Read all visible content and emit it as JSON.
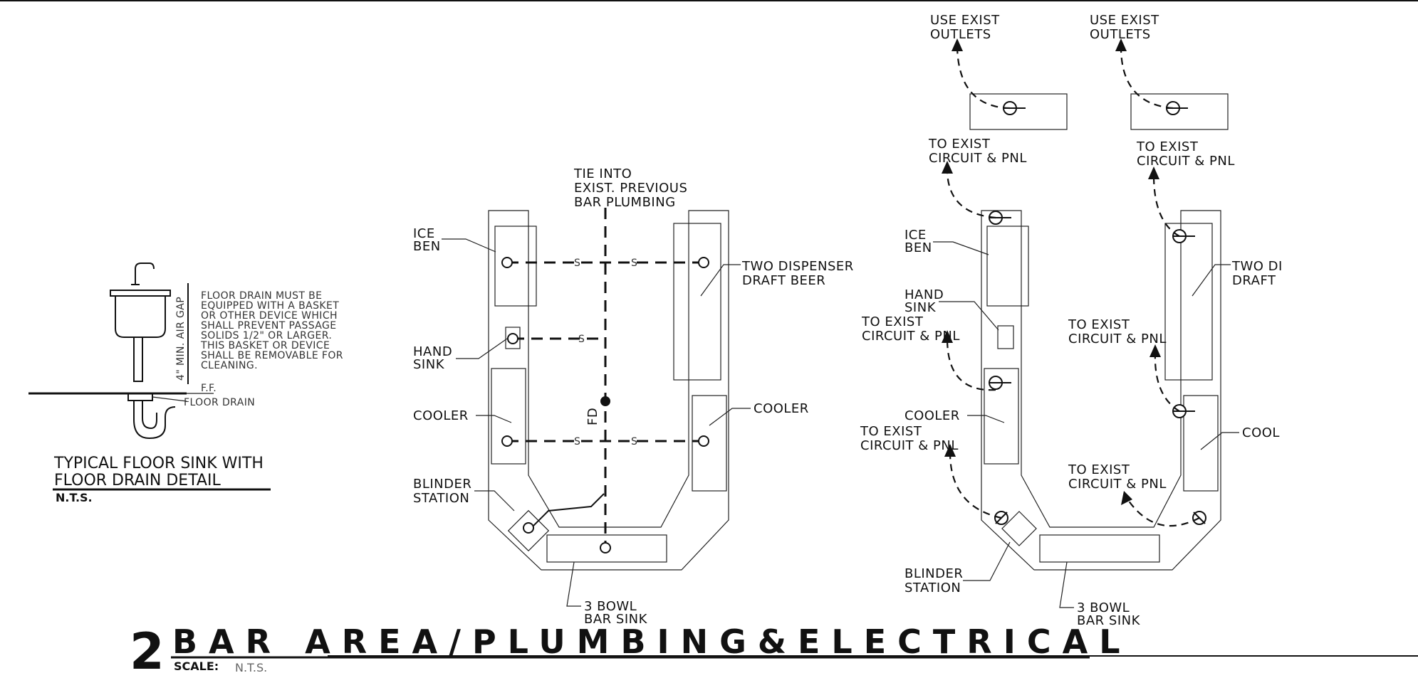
{
  "detail": {
    "title_line1": "TYPICAL FLOOR SINK WITH",
    "title_line2": "FLOOR DRAIN DETAIL",
    "scale": "N.T.S.",
    "air_gap": "4\" MIN. AIR GAP",
    "ff": "F.F.",
    "floor_drain": "FLOOR DRAIN",
    "note_lines": [
      "FLOOR DRAIN MUST BE",
      "EQUIPPED WITH A BASKET",
      "OR OTHER DEVICE WHICH",
      "SHALL PREVENT PASSAGE",
      "SOLIDS 1/2\" OR LARGER.",
      "THIS BASKET OR DEVICE",
      "SHALL BE REMOVABLE FOR",
      "CLEANING."
    ]
  },
  "plumbing": {
    "tie_in_1": "TIE INTO",
    "tie_in_2": "EXIST. PREVIOUS",
    "tie_in_3": "BAR PLUMBING",
    "ice_1": "ICE",
    "ice_2": "BEN",
    "hand_1": "HAND",
    "hand_2": "SINK",
    "cooler_left": "COOLER",
    "blinder_1": "BLINDER",
    "blinder_2": "STATION",
    "dispenser_1": "TWO DISPENSER",
    "dispenser_2": "DRAFT BEER",
    "cooler_right": "COOLER",
    "sink_1": "3 BOWL",
    "sink_2": "BAR SINK",
    "fd": "FD",
    "s": "S"
  },
  "electrical": {
    "use_exist_1": "USE EXIST",
    "use_exist_2": "OUTLETS",
    "to_exist_1": "TO EXIST",
    "to_exist_2": "CIRCUIT & PNL",
    "ice_1": "ICE",
    "ice_2": "BEN",
    "hand_1": "HAND",
    "hand_2": "SINK",
    "cooler_left": "COOLER",
    "dispenser_1": "TWO DI",
    "dispenser_2": "DRAFT",
    "cooler_right": "COOL",
    "blinder_1": "BLINDER",
    "blinder_2": "STATION",
    "sink_1": "3 BOWL",
    "sink_2": "BAR SINK"
  },
  "title_block": {
    "number": "2",
    "title": "BAR AREA/PLUMBING&ELECTRICAL",
    "scale_label": "SCALE:",
    "scale_value": "N.T.S."
  }
}
